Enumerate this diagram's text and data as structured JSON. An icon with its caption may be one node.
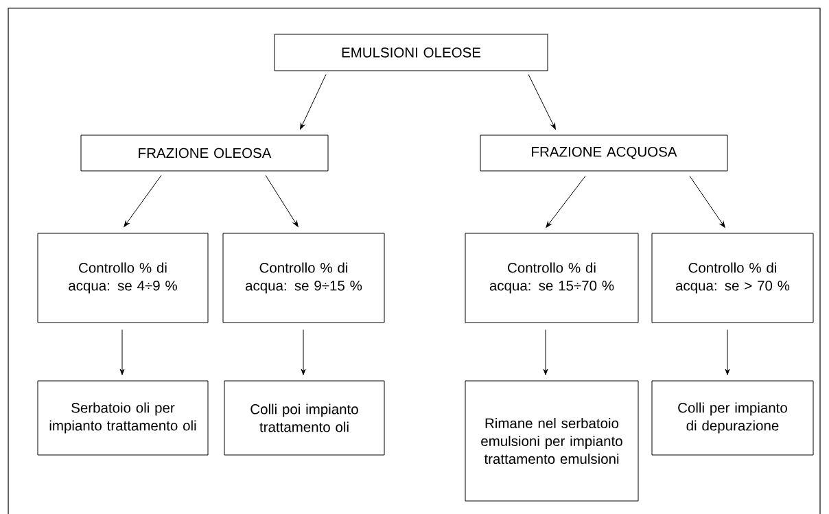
{
  "diagram": {
    "nodes": [
      {
        "text": [
          "EMULSIONI OLEOSE"
        ]
      },
      {
        "text": [
          "FRAZIONE OLEOSA"
        ]
      },
      {
        "text": [
          "FRAZIONE ACQUOSA"
        ]
      },
      {
        "text": [
          "Controllo % di acqua: se 4÷9 %"
        ]
      },
      {
        "text": [
          "Controllo % di acqua: se 9÷15 %"
        ]
      },
      {
        "text": [
          "Controllo % di acqua: se 15÷70 %"
        ]
      },
      {
        "text": [
          "Controllo % di acqua: se > 70 %"
        ]
      },
      {
        "text": [
          "Serbatoio oli per impianto trattamento oli"
        ]
      },
      {
        "text": [
          "Colli poi impianto trattamento oli"
        ]
      },
      {
        "text": [
          "Rimane nel serbatoio emulsioni per impianto trattamento emulsioni"
        ]
      },
      {
        "text": [
          "Colli per impianto di depurazione"
        ]
      }
    ],
    "edges": [
      {
        "from": 0,
        "to": 1,
        "arrow": "to"
      },
      {
        "from": 0,
        "to": 2,
        "arrow": "to"
      },
      {
        "from": 1,
        "to": 3,
        "arrow": "to"
      },
      {
        "from": 1,
        "to": 4,
        "arrow": "to"
      },
      {
        "from": 2,
        "to": 5,
        "arrow": "to"
      },
      {
        "from": 2,
        "to": 6,
        "arrow": "to"
      },
      {
        "from": 3,
        "to": 7,
        "arrow": "to"
      },
      {
        "from": 4,
        "to": 8,
        "arrow": "to"
      },
      {
        "from": 5,
        "to": 9,
        "arrow": "to"
      },
      {
        "from": 6,
        "to": 10,
        "arrow": "to"
      }
    ]
  }
}
